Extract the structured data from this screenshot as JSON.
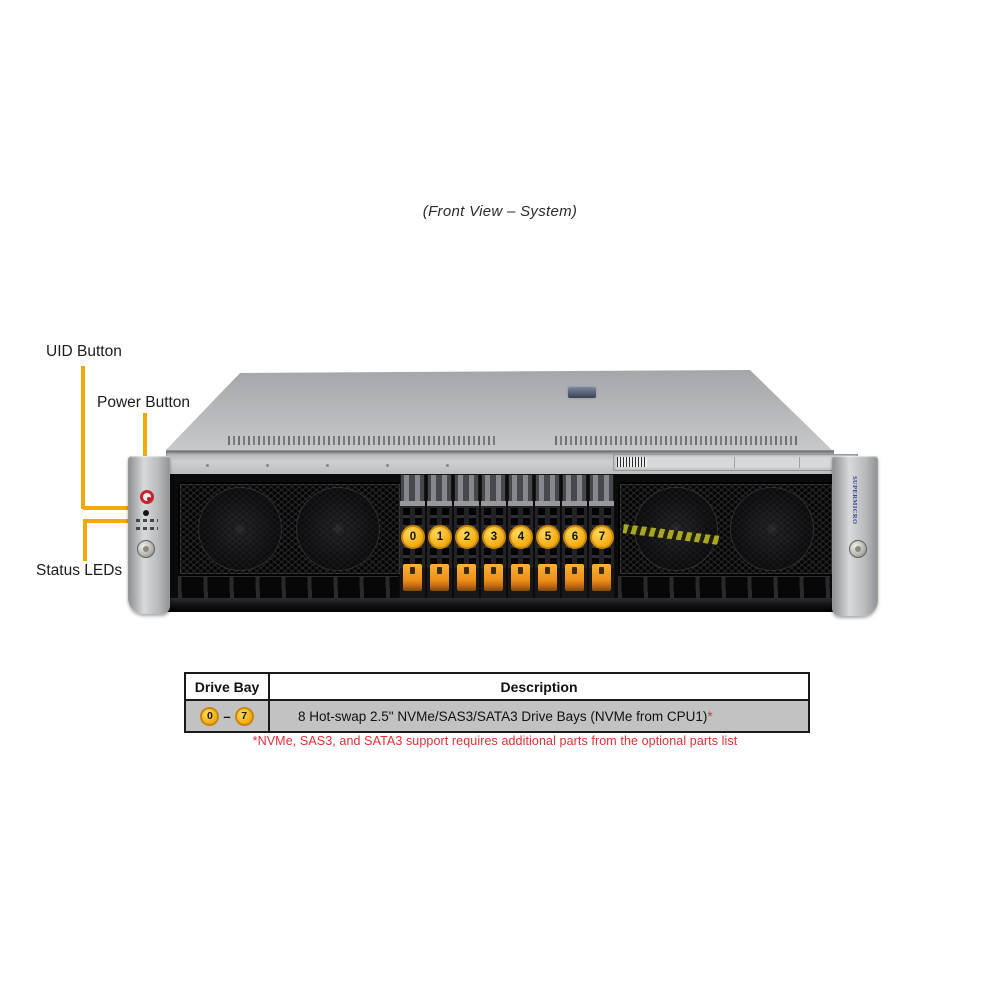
{
  "figure": {
    "title": "(Front View – System)",
    "callouts": {
      "uid": {
        "label": "UID Button"
      },
      "power": {
        "label": "Power Button"
      },
      "status": {
        "label": "Status LEDs"
      }
    },
    "server": {
      "brand_text": "SUPERMICRO",
      "drive_bay_numbers": [
        "0",
        "1",
        "2",
        "3",
        "4",
        "5",
        "6",
        "7"
      ]
    },
    "colors": {
      "callout_line": "#f2a90a",
      "bay_badge_fill": "#f2ab10",
      "bay_badge_border": "#c8860a",
      "power_button_red": "#c4262d",
      "brand_blue": "#2f3f93",
      "footnote_red": "#e03038",
      "table_row_gray": "#c2c2c3"
    }
  },
  "table": {
    "headers": [
      "Drive Bay",
      "Description"
    ],
    "row": {
      "bay_from": "0",
      "range_dash": "–",
      "bay_to": "7",
      "description": "8 Hot-swap 2.5\" NVMe/SAS3/SATA3 Drive Bays (NVMe from CPU1)",
      "note_mark": "*"
    }
  },
  "footnote": "*NVMe, SAS3, and SATA3 support requires additional parts from the optional parts list"
}
